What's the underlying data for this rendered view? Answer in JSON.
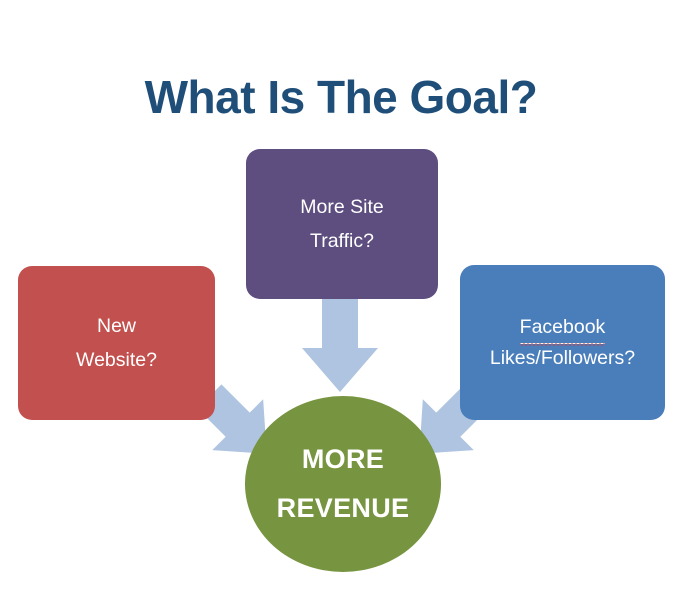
{
  "page": {
    "title": "What Is The Goal?",
    "background_color": "#FFFFFF",
    "title_color": "#1F4E79"
  },
  "diagram": {
    "type": "concept-flow",
    "nodes": [
      {
        "id": "more-site-traffic",
        "label_line1": "More Site",
        "label_line2": "Traffic?",
        "shape": "rounded-rectangle",
        "color": "#5D4E7F",
        "color_name": "purple",
        "text_color": "#FFFFFF"
      },
      {
        "id": "new-website",
        "label_line1": "New",
        "label_line2": "Website?",
        "shape": "rounded-rectangle",
        "color": "#C2504E",
        "color_name": "red",
        "text_color": "#FFFFFF"
      },
      {
        "id": "facebook-likes",
        "label_line1": "Facebook",
        "label_line2": "Likes/Followers?",
        "shape": "rounded-rectangle",
        "color": "#4A7EBB",
        "color_name": "blue",
        "text_color": "#FFFFFF",
        "spellcheck_underline_on_line1": true
      },
      {
        "id": "more-revenue",
        "label_line1": "MORE",
        "label_line2": "REVENUE",
        "shape": "circle",
        "color": "#779440",
        "color_name": "green",
        "text_color": "#FFFFFF"
      }
    ],
    "arrows": [
      {
        "id": "arrow-traffic-to-revenue",
        "from": "more-site-traffic",
        "to": "more-revenue",
        "direction": "down",
        "color": "#AFC4E0"
      },
      {
        "id": "arrow-website-to-revenue",
        "from": "new-website",
        "to": "more-revenue",
        "direction": "down-right",
        "color": "#AFC4E0"
      },
      {
        "id": "arrow-facebook-to-revenue",
        "from": "facebook-likes",
        "to": "more-revenue",
        "direction": "down-left",
        "color": "#AFC4E0"
      }
    ]
  }
}
